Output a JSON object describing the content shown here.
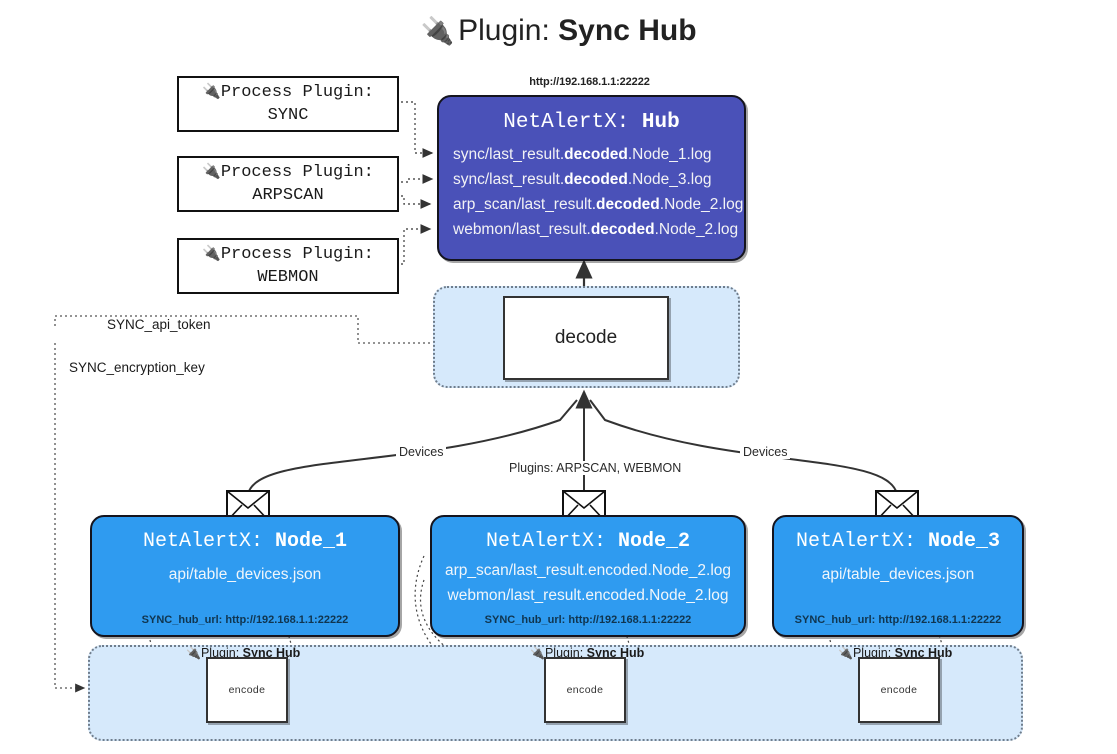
{
  "title": {
    "icon": "plug-icon",
    "prefix": "Plugin:",
    "name": "Sync Hub"
  },
  "process_plugins": [
    {
      "icon": "plug-icon",
      "line1": "Process Plugin:",
      "line2": "SYNC"
    },
    {
      "icon": "plug-icon",
      "line1": "Process Plugin:",
      "line2": "ARPSCAN"
    },
    {
      "icon": "plug-icon",
      "line1": "Process Plugin:",
      "line2": "WEBMON"
    }
  ],
  "hub": {
    "url": "http://192.168.1.1:22222",
    "title_prefix": "NetAlertX:",
    "title_name": "Hub",
    "logs": [
      {
        "pre": "sync/last_result.",
        "em": "decoded",
        "post": ".Node_1.log"
      },
      {
        "pre": "sync/last_result.",
        "em": "decoded",
        "post": ".Node_3.log"
      },
      {
        "pre": "arp_scan/last_result.",
        "em": "decoded",
        "post": ".Node_2.log"
      },
      {
        "pre": "webmon/last_result.",
        "em": "decoded",
        "post": ".Node_2.log"
      }
    ]
  },
  "decode": {
    "label": "decode"
  },
  "tokens": [
    {
      "label": "SYNC_api_token"
    },
    {
      "label": "SYNC_encryption_key"
    }
  ],
  "edge_labels": {
    "left_devices": "Devices",
    "right_devices": "Devices",
    "center_plugins": "Plugins: ARPSCAN, WEBMON"
  },
  "nodes": [
    {
      "title_prefix": "NetAlertX:",
      "title_name": "Node_1",
      "lines": [
        "api/table_devices.json"
      ],
      "footer": "SYNC_hub_url: http://192.168.1.1:22222",
      "icon": "envelope-icon"
    },
    {
      "title_prefix": "NetAlertX:",
      "title_name": "Node_2",
      "lines": [
        "arp_scan/last_result.encoded.Node_2.log",
        "webmon/last_result.encoded.Node_2.log"
      ],
      "footer": "SYNC_hub_url: http://192.168.1.1:22222",
      "icon": "envelope-icon"
    },
    {
      "title_prefix": "NetAlertX:",
      "title_name": "Node_3",
      "lines": [
        "api/table_devices.json"
      ],
      "footer": "SYNC_hub_url: http://192.168.1.1:22222",
      "icon": "envelope-icon"
    }
  ],
  "encoders": [
    {
      "caption_prefix": "Plugin:",
      "caption_name": "Sync Hub",
      "label": "encode",
      "icon": "plug-icon"
    },
    {
      "caption_prefix": "Plugin:",
      "caption_name": "Sync Hub",
      "label": "encode",
      "icon": "plug-icon"
    },
    {
      "caption_prefix": "Plugin:",
      "caption_name": "Sync Hub",
      "label": "encode",
      "icon": "plug-icon"
    }
  ],
  "colors": {
    "hub_fill": "#4a51b8",
    "node_fill": "#2f9bf0",
    "container_fill": "#d6e9fb",
    "line": "#333333"
  }
}
